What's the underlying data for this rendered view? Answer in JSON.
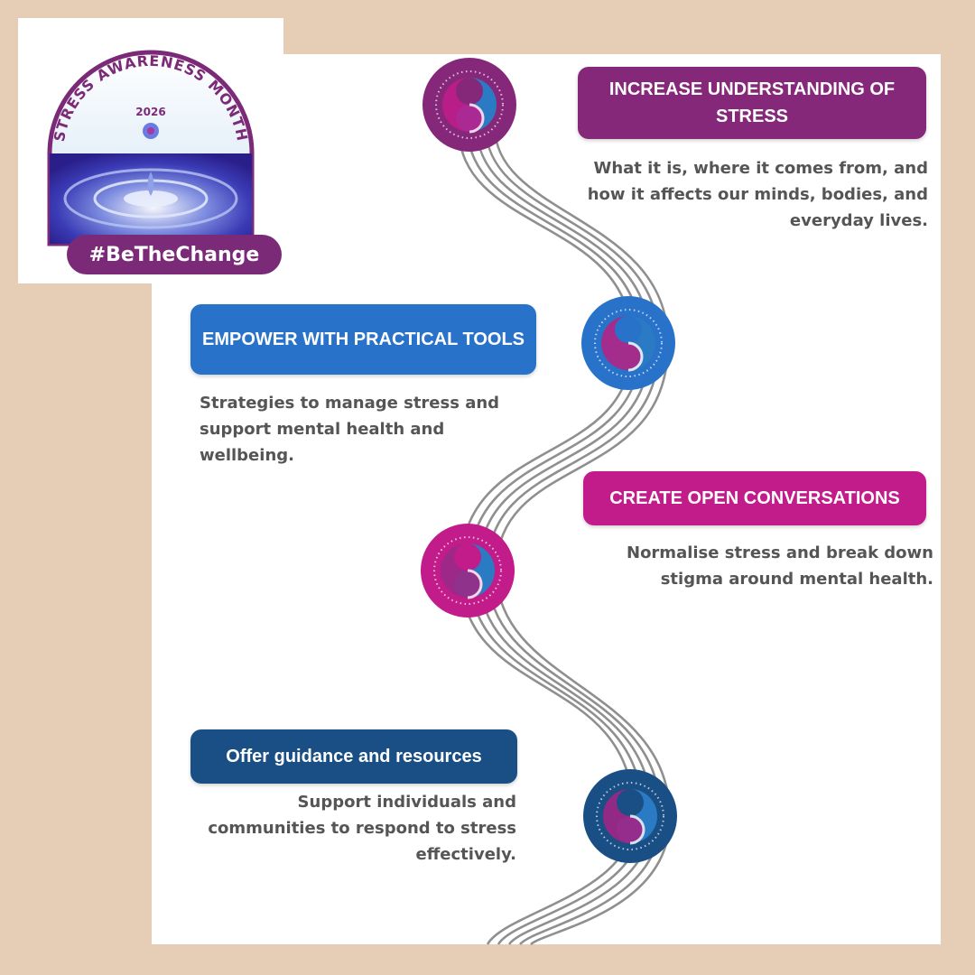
{
  "colors": {
    "background": "#e6cdb5",
    "purple": "#86287a",
    "blue": "#2873c9",
    "magenta": "#c21b8a",
    "navy": "#1a4f85",
    "wave": "#8a8a8a"
  },
  "badge": {
    "arc_text": "STRESS AWARENESS MONTH",
    "year": "2026",
    "hashtag": "#BeTheChange",
    "image": "water-drop-icon"
  },
  "steps": [
    {
      "title": "INCREASE UNDERSTANDING OF STRESS",
      "description": "What it is, where it comes from, and how it affects our minds, bodies, and everyday lives.",
      "color": "#86287a",
      "icon": "yin-yang-icon"
    },
    {
      "title": "EMPOWER WITH PRACTICAL TOOLS",
      "description": "Strategies to manage stress and support mental health and wellbeing.",
      "color": "#2873c9",
      "icon": "yin-yang-icon"
    },
    {
      "title": "CREATE OPEN CONVERSATIONS",
      "description": "Normalise stress and break down stigma around mental health.",
      "color": "#c21b8a",
      "icon": "yin-yang-icon"
    },
    {
      "title": "Offer guidance and resources",
      "description": "Support individuals and communities to respond to stress effectively.",
      "color": "#1a4f85",
      "icon": "yin-yang-icon"
    }
  ]
}
